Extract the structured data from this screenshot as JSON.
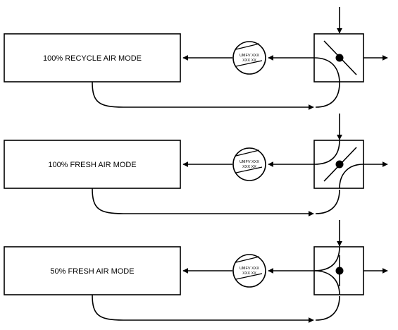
{
  "modes": [
    {
      "label": "100% RECYCLE AIR MODE",
      "damper": "recycle"
    },
    {
      "label": "100% FRESH AIR MODE",
      "damper": "fresh"
    },
    {
      "label": "50% FRESH AIR MODE",
      "damper": "half"
    }
  ],
  "fan": {
    "line1": "UMFV XXX",
    "line2": "XXX XX"
  }
}
